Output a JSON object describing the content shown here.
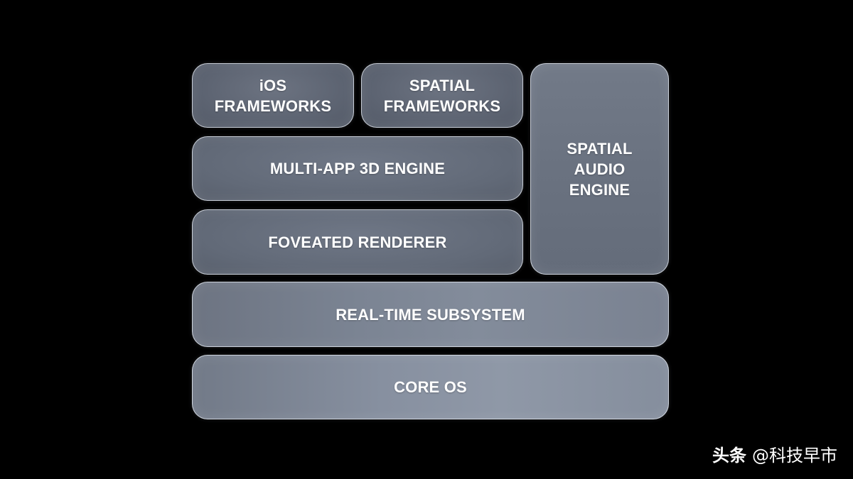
{
  "diagram": {
    "blocks": {
      "ios_frameworks": [
        "iOS",
        "FRAMEWORKS"
      ],
      "spatial_frameworks": [
        "SPATIAL",
        "FRAMEWORKS"
      ],
      "spatial_audio_engine": [
        "SPATIAL",
        "AUDIO",
        "ENGINE"
      ],
      "multi_app_3d_engine": "MULTI-APP 3D ENGINE",
      "foveated_renderer": "FOVEATED RENDERER",
      "real_time_subsystem": "REAL-TIME SUBSYSTEM",
      "core_os": "CORE OS"
    }
  },
  "watermark": {
    "brand": "头条",
    "handle": "@科技早市"
  }
}
